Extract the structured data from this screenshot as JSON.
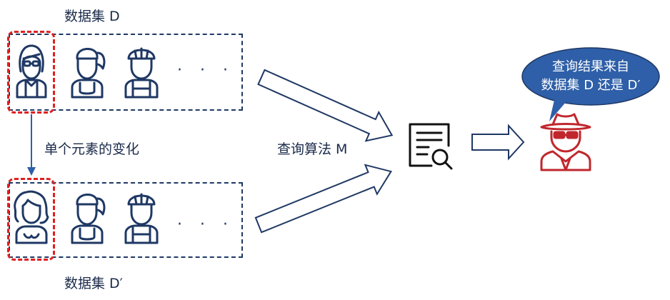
{
  "dataset_d": {
    "label": "数据集 D"
  },
  "dataset_d_prime": {
    "label": "数据集 D′"
  },
  "change_label": "单个元素的变化",
  "query_label": "查询算法 M",
  "bubble": {
    "line1": "查询结果来自",
    "line2": "数据集 D 还是 D′"
  },
  "ellipsis": "· · ·",
  "colors": {
    "navy": "#1f3864",
    "red": "#e02020",
    "crimson": "#c0272d",
    "bubble": "#2e5fa8"
  },
  "icons": [
    "woman-glasses-icon",
    "ponytail-person-icon",
    "helmet-worker-icon",
    "curly-hair-woman-icon",
    "document-search-icon",
    "spy-icon"
  ]
}
